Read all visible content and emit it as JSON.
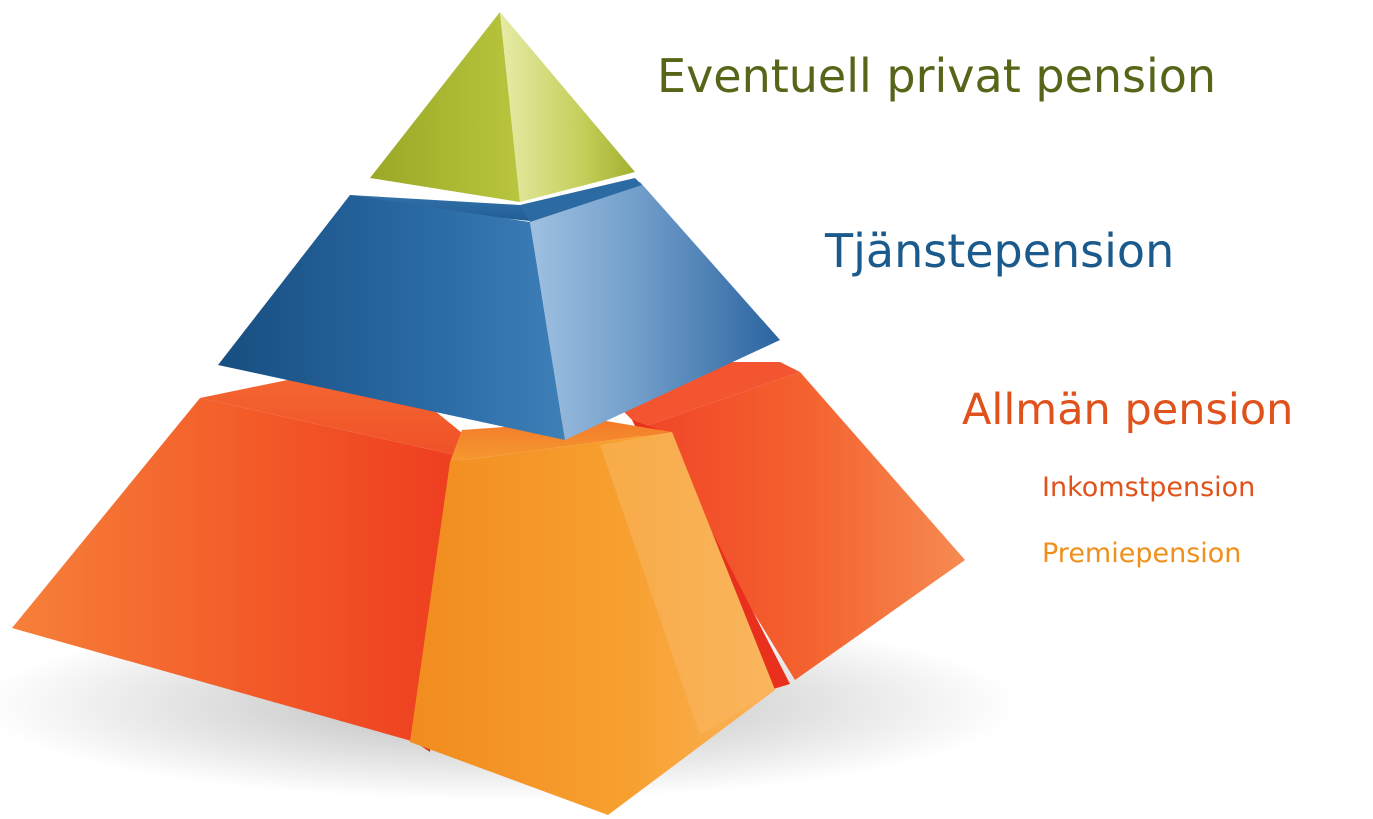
{
  "levels": {
    "private_pension": {
      "label": "Eventuell privat pension",
      "color": "#556619"
    },
    "occupational_pension": {
      "label": "Tjänstepension",
      "color": "#1b5a8c"
    },
    "public_pension": {
      "label": "Allmän pension",
      "color": "#e0521c",
      "sub_items": [
        {
          "label": "Inkomstpension",
          "color": "#e0521c"
        },
        {
          "label": "Premiepension",
          "color": "#f0901c"
        }
      ]
    }
  },
  "colors": {
    "top_tier": "#b4bf3a",
    "middle_tier": "#1f5f96",
    "bottom_tier_red": "#f04a24",
    "bottom_tier_orange": "#f59a2c"
  }
}
